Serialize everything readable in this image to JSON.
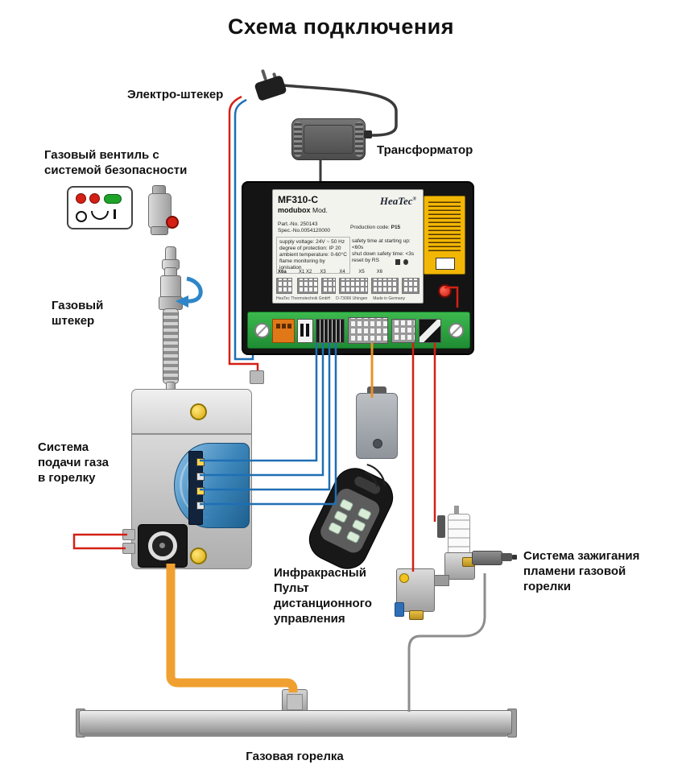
{
  "title": "Схема подключения",
  "labels": {
    "electro_plug": "Электро-штекер",
    "transformer": "Трансформатор",
    "gas_valve_line1": "Газовый вентиль с",
    "gas_valve_line2": "системой безопасности",
    "gas_plug_line1": "Газовый",
    "gas_plug_line2": "штекер",
    "gas_supply_line1": "Система",
    "gas_supply_line2": "подачи газа",
    "gas_supply_line3": "в горелку",
    "remote_line1": "Инфракрасный",
    "remote_line2": "Пульт",
    "remote_line3": "дистанционного",
    "remote_line4": "управления",
    "ignition_line1": "Система зажигания",
    "ignition_line2": "пламени газовой",
    "ignition_line3": "горелки",
    "burner": "Газовая горелка"
  },
  "control_unit": {
    "brand": "HeaTec",
    "brand_reg": "®",
    "model": "MF310-C",
    "series": "modubox",
    "series_suffix": "Mod.",
    "part_no": "Part.-No. 250143",
    "spec_no": "Spec.-No.0054120000",
    "production_code_label": "Production code:",
    "production_code": "P15",
    "spec1": "supply voltage: 24V ~ 50 Hz",
    "spec2": "degree of protection: IP 20",
    "spec3": "ambient temperature: 0-60°C",
    "spec4": "flame monitoring by ionisation",
    "safety1": "safety time at starting up: <60s",
    "safety2": "shut down safety time: <3s",
    "safety3": "reset by RS",
    "terminal_x6a": "X6a",
    "terminal_row": "X1 X2      X3          X4          X5         X6",
    "footer": "HeaTec Thermotechnik GmbH     D-73066 Uhingen     Made in Germany"
  },
  "colors": {
    "wire_red": "#d42015",
    "wire_blue": "#1f6fb5",
    "wire_orange": "#f0a030",
    "wire_gray": "#8d8d8d",
    "strip_green": "#2fae3e",
    "warning_yellow": "#f2b705"
  }
}
